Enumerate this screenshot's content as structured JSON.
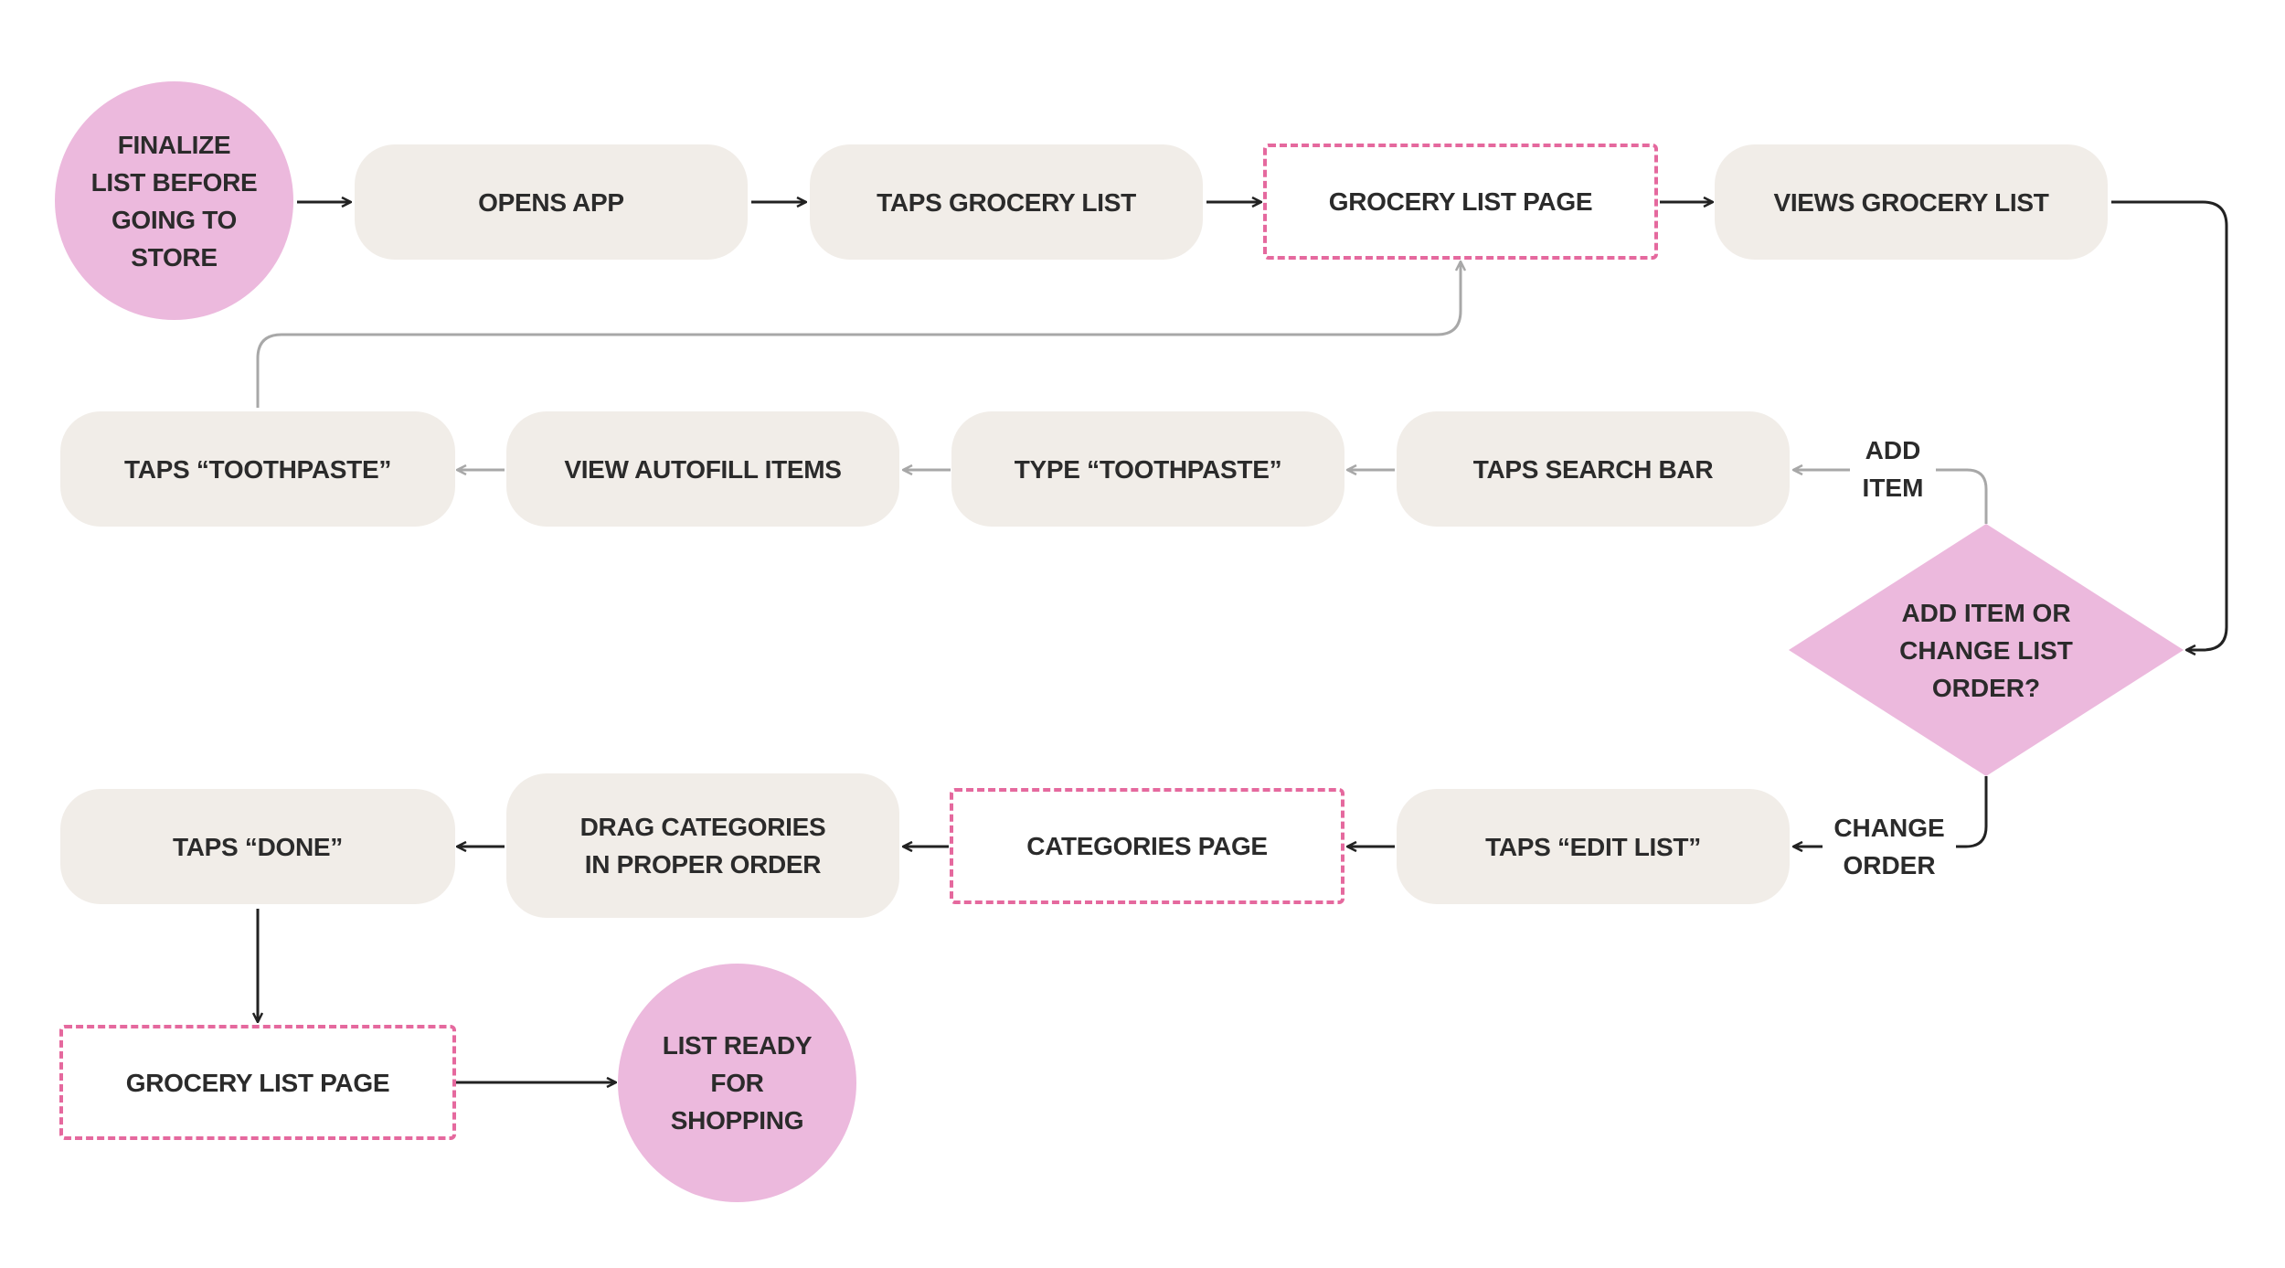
{
  "nodes": {
    "start": "FINALIZE LIST BEFORE GOING TO STORE",
    "opens_app": "OPENS APP",
    "taps_grocery_list": "TAPS GROCERY LIST",
    "grocery_list_page_top": "GROCERY LIST PAGE",
    "views_grocery_list": "VIEWS GROCERY LIST",
    "decision": "ADD ITEM OR CHANGE LIST ORDER?",
    "taps_search_bar": "TAPS SEARCH BAR",
    "type_toothpaste": "TYPE “TOOTHPASTE”",
    "view_autofill": "VIEW AUTOFILL ITEMS",
    "taps_toothpaste": "TAPS “TOOTHPASTE”",
    "taps_edit_list": "TAPS “EDIT LIST”",
    "categories_page": "CATEGORIES PAGE",
    "drag_categories": "DRAG CATEGORIES IN PROPER ORDER",
    "taps_done": "TAPS “DONE”",
    "grocery_list_page_bottom": "GROCERY LIST PAGE",
    "end": "LIST READY FOR SHOPPING"
  },
  "edge_labels": {
    "add_item": "ADD ITEM",
    "change_order": "CHANGE ORDER"
  },
  "colors": {
    "step_fill": "#f1ede8",
    "terminal_fill": "#ecb9dd",
    "page_border": "#e5699e",
    "arrow_dark": "#222222",
    "arrow_light": "#a8a8a8"
  }
}
